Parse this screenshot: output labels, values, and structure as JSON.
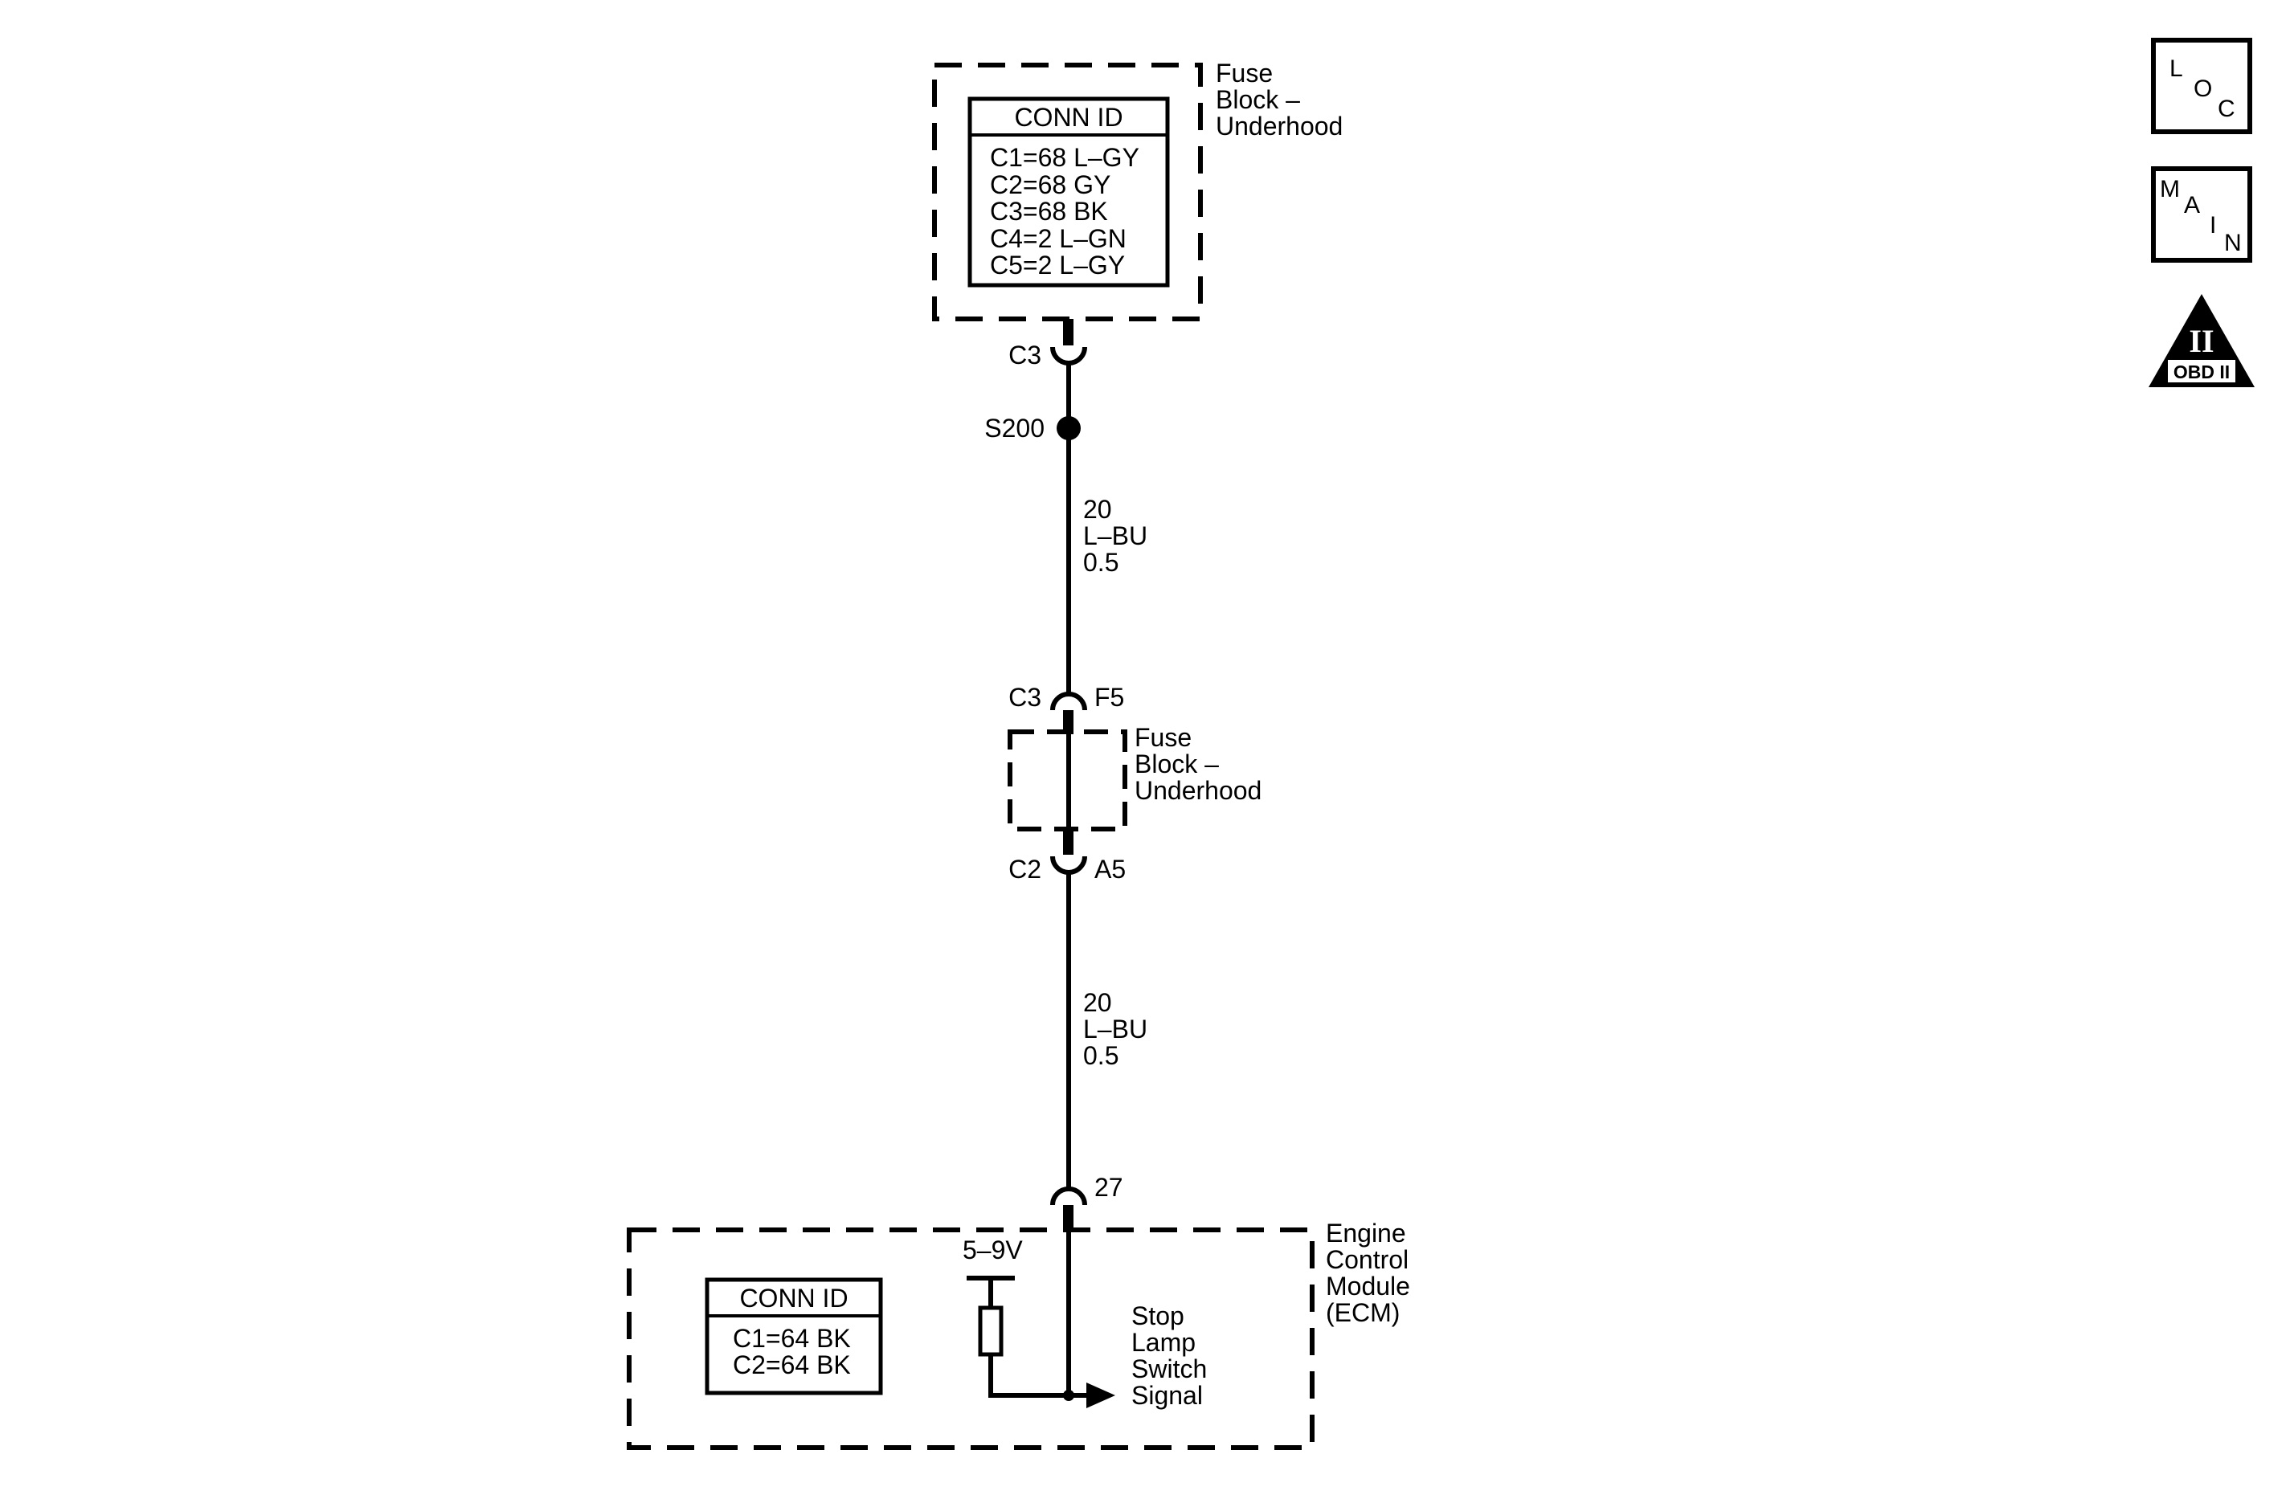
{
  "top_module": {
    "name_lines": [
      "Fuse",
      "Block –",
      "Underhood"
    ],
    "conn_id_title": "CONN ID",
    "conn_id_rows": [
      "C1=68 L–GY",
      "C2=68 GY",
      "C3=68 BK",
      "C4=2 L–GN",
      "C5=2 L–GY"
    ],
    "connector": "C3"
  },
  "splice": "S200",
  "wire_1": [
    "20",
    "L–BU",
    "0.5"
  ],
  "middle_module": {
    "name_lines": [
      "Fuse",
      "Block –",
      "Underhood"
    ],
    "top_connector": "C3",
    "top_pin": "F5",
    "bottom_connector": "C2",
    "bottom_pin": "A5"
  },
  "wire_2": [
    "20",
    "L–BU",
    "0.5"
  ],
  "ecm_pin": "27",
  "ecm": {
    "name_lines": [
      "Engine",
      "Control",
      "Module",
      "(ECM)"
    ],
    "conn_id_title": "CONN ID",
    "conn_id_rows": [
      "C1=64 BK",
      "C2=64 BK"
    ],
    "voltage": "5–9V",
    "signal_lines": [
      "Stop",
      "Lamp",
      "Switch",
      "Signal"
    ]
  },
  "icons": {
    "loc": [
      "L",
      "O",
      "C"
    ],
    "main": [
      "M",
      "A",
      "I",
      "N"
    ],
    "obd": {
      "glyph": "II",
      "label": "OBD II"
    }
  }
}
